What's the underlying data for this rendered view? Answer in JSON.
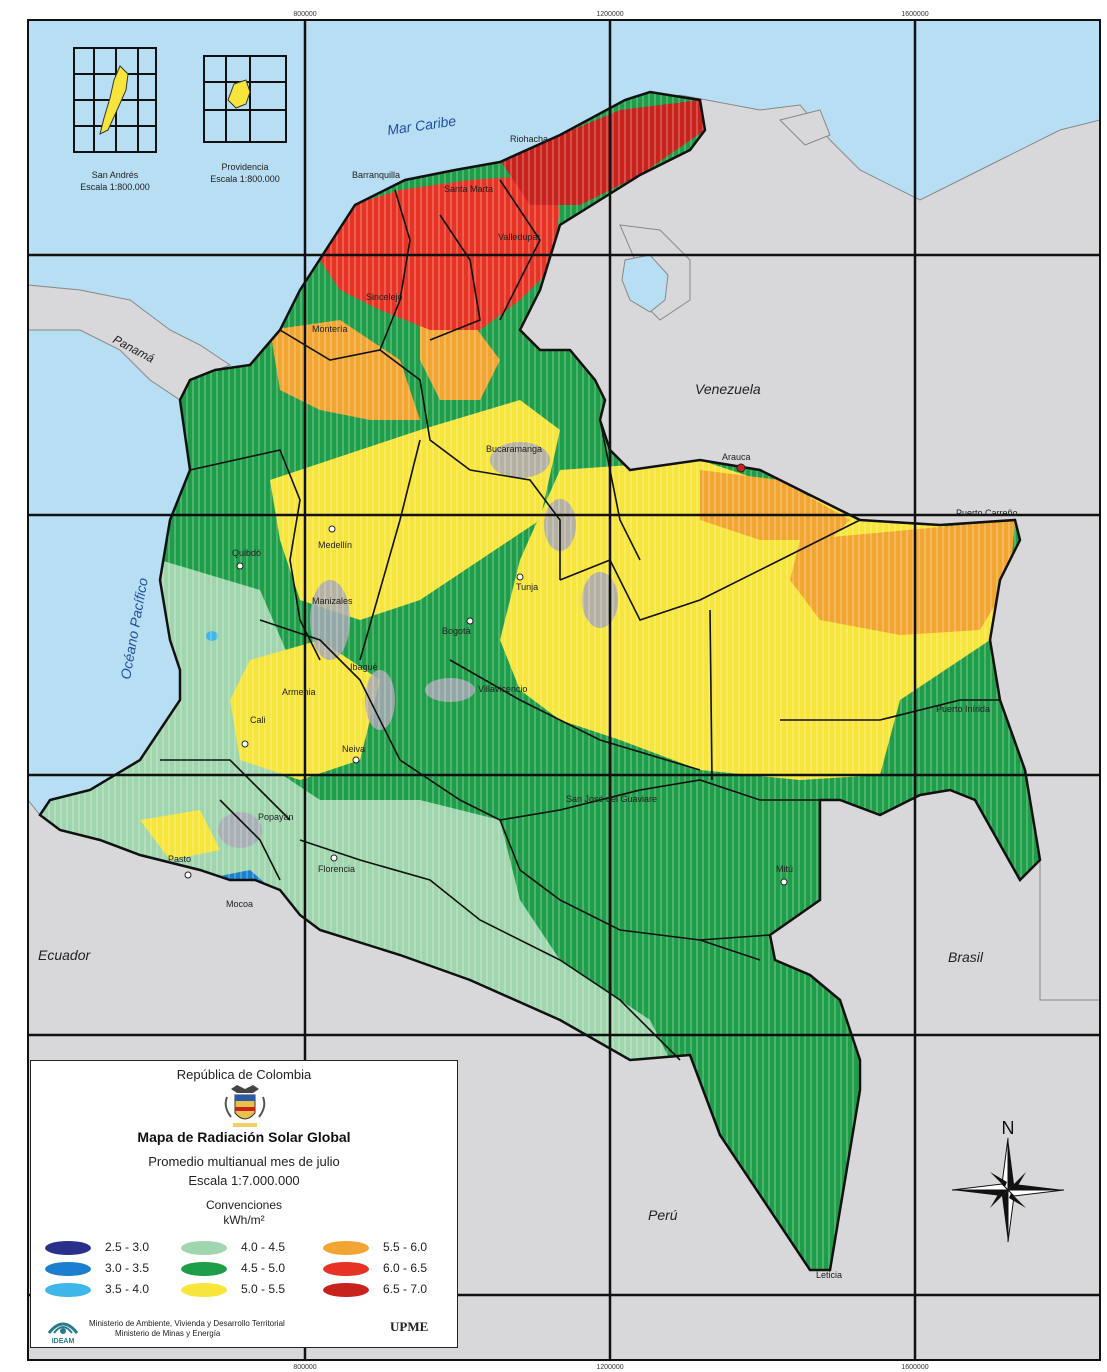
{
  "map": {
    "title": "Mapa de Radiación Solar Global",
    "subtitle": "Promedio multianual mes de julio",
    "scale": "Escala 1:7.000.000",
    "header_country": "República de Colombia",
    "legend_heading": "Convenciones",
    "legend_unit": "kWh/m²",
    "north_label": "N",
    "colors": {
      "sea": "#b7def2",
      "land": "#d8d8da",
      "border": "#111111",
      "grid": "#111111"
    }
  },
  "legend": {
    "classes": [
      {
        "range": "2.5 - 3.0",
        "color": "#2b2f8c"
      },
      {
        "range": "3.0 - 3.5",
        "color": "#1b7fd0"
      },
      {
        "range": "3.5 - 4.0",
        "color": "#3fb6ea"
      },
      {
        "range": "4.0 - 4.5",
        "color": "#9fd6ad"
      },
      {
        "range": "4.5 - 5.0",
        "color": "#1f9e4a"
      },
      {
        "range": "5.0 - 5.5",
        "color": "#f7e53b"
      },
      {
        "range": "5.5 - 6.0",
        "color": "#f2a530"
      },
      {
        "range": "6.0 - 6.5",
        "color": "#e63323"
      },
      {
        "range": "6.5 - 7.0",
        "color": "#c8221d"
      }
    ]
  },
  "grid_labels": {
    "top": [
      "800000",
      "1200000",
      "1600000"
    ],
    "bottom": [
      "800000",
      "1200000",
      "1600000"
    ]
  },
  "insets": {
    "san_andres": {
      "name": "San Andrés",
      "scale": "Escala 1:800.000"
    },
    "providencia": {
      "name": "Providencia",
      "scale": "Escala 1:800.000"
    }
  },
  "labels": {
    "sea": [
      "Mar Caribe",
      "Océano Pacífico"
    ],
    "countries": [
      "Panamá",
      "Venezuela",
      "Ecuador",
      "Brasil",
      "Perú"
    ],
    "cities": [
      "Riohacha",
      "Barranquilla",
      "Santa Marta",
      "Valledupar",
      "Sincelejo",
      "Montería",
      "Bucaramanga",
      "Arauca",
      "Puerto Carreño",
      "Medellín",
      "Quibdó",
      "Tunja",
      "Manizales",
      "Bogotá",
      "Ibagué",
      "Armenia",
      "Villavicencio",
      "Cali",
      "Neiva",
      "Puerto Inírida",
      "Popayán",
      "San José del Guaviare",
      "Pasto",
      "Florencia",
      "Mitú",
      "Mocoa",
      "Leticia"
    ]
  },
  "footer": {
    "ministry1": "Ministerio de Ambiente, Vivienda y Desarrollo Territorial",
    "ministry2": "Ministerio de Minas y Energía",
    "upme": "UPME",
    "ideam": "IDEAM"
  }
}
